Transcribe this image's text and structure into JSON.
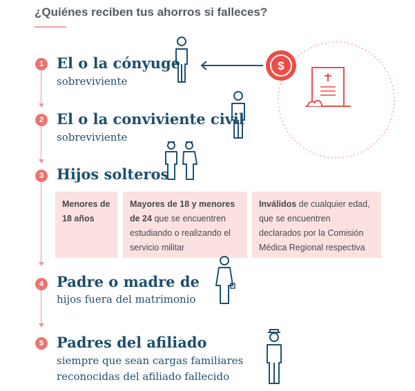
{
  "title": "¿Quiénes reciben tus ahorros si falleces?",
  "colors": {
    "accent": "#ea7570",
    "heading": "#1d4f6e",
    "box": "#fbe1e0"
  },
  "icons": {
    "money": "dollar-circle-icon",
    "will": "testament-document-icon",
    "person": "person-icon"
  },
  "items": [
    {
      "number": "1",
      "heading": "El o la cónyuge",
      "subtitle": "sobreviviente"
    },
    {
      "number": "2",
      "heading": "El o la conviviente civil",
      "subtitle": "sobreviviente"
    },
    {
      "number": "3",
      "heading": "Hijos solteros",
      "subtitle": ""
    },
    {
      "number": "4",
      "heading": "Padre o madre de",
      "subtitle": "hijos fuera del matrimonio"
    },
    {
      "number": "5",
      "heading": "Padres del afiliado",
      "subtitle": "siempre que sean cargas familiares",
      "subtitle2": "reconocidas del afiliado fallecido"
    }
  ],
  "conditions": [
    {
      "bold": "Menores de 18 años",
      "text": ""
    },
    {
      "bold": "Mayores de 18 y menores de 24",
      "text": " que se encuentren estudiando o realizando el servicio militar"
    },
    {
      "bold": "Inválidos",
      "text": " de cualquier edad, que se encuentren declarados por la Comisión Médica Regional respectiva"
    }
  ]
}
